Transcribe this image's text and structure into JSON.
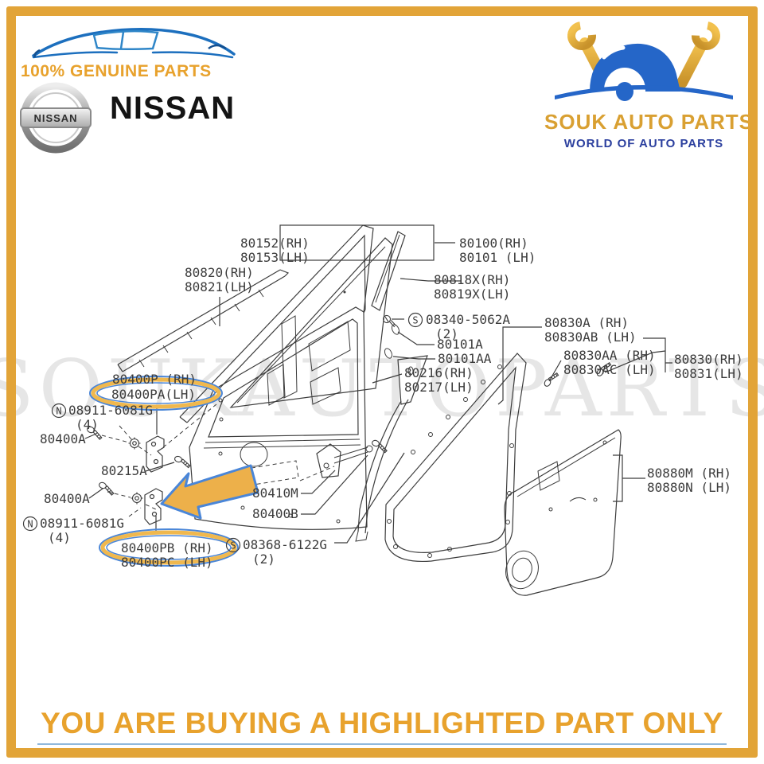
{
  "header": {
    "tagline": "100% GENUINE PARTS",
    "brand_badge": "NISSAN",
    "brand_name": "NISSAN",
    "store_name": "SOUK AUTO PARTS",
    "store_subtitle": "WORLD OF AUTO PARTS"
  },
  "watermark": "SOUKAUTOPARTS",
  "footer": {
    "notice": "YOU ARE BUYING A HIGHLIGHTED PART ONLY"
  },
  "colors": {
    "accent_gold": "#E2A438",
    "notice_gold": "#E8A22D",
    "highlight_fill": "#EDB04A",
    "highlight_stroke": "#4A86D8",
    "logo_blue": "#2566C8",
    "subtitle_blue": "#2B3F9E",
    "line_color": "#3C3C3C"
  },
  "diagram": {
    "prefix_s": "S",
    "prefix_n": "N",
    "labels": {
      "p80152": "80152(RH)",
      "p80153": "80153(LH)",
      "p80820": "80820(RH)",
      "p80821": "80821(LH)",
      "p80100": "80100(RH)",
      "p80101": "80101 (LH)",
      "p80818X": "80818X(RH)",
      "p80819X": "80819X(LH)",
      "s08340": "08340-5062A",
      "s08340_qty": "(2)",
      "p80101A": "80101A",
      "p80101AA": "80101AA",
      "p80216": "80216(RH)",
      "p80217": "80217(LH)",
      "p80830A": "80830A (RH)",
      "p80830AB": "80830AB (LH)",
      "p80830AA": "80830AA (RH)",
      "p80830AC": "80830AC (LH)",
      "p80830": "80830(RH)",
      "p80831": "80831(LH)",
      "p80880M": "80880M (RH)",
      "p80880N": "80880N (LH)",
      "p80400P": "80400P (RH)",
      "p80400PA": "80400PA(LH)",
      "n08911_1": "08911-6081G",
      "n08911_1_qty": "(4)",
      "p80400A_1": "80400A",
      "p80215A": "80215A",
      "p80400A_2": "80400A",
      "n08911_2": "08911-6081G",
      "n08911_2_qty": "(4)",
      "p80400PB": "80400PB (RH)",
      "p80400PC": "80400PC (LH)",
      "s08368": "08368-6122G",
      "s08368_qty": "(2)",
      "p80410M": "80410M",
      "p80400B": "80400B"
    }
  }
}
